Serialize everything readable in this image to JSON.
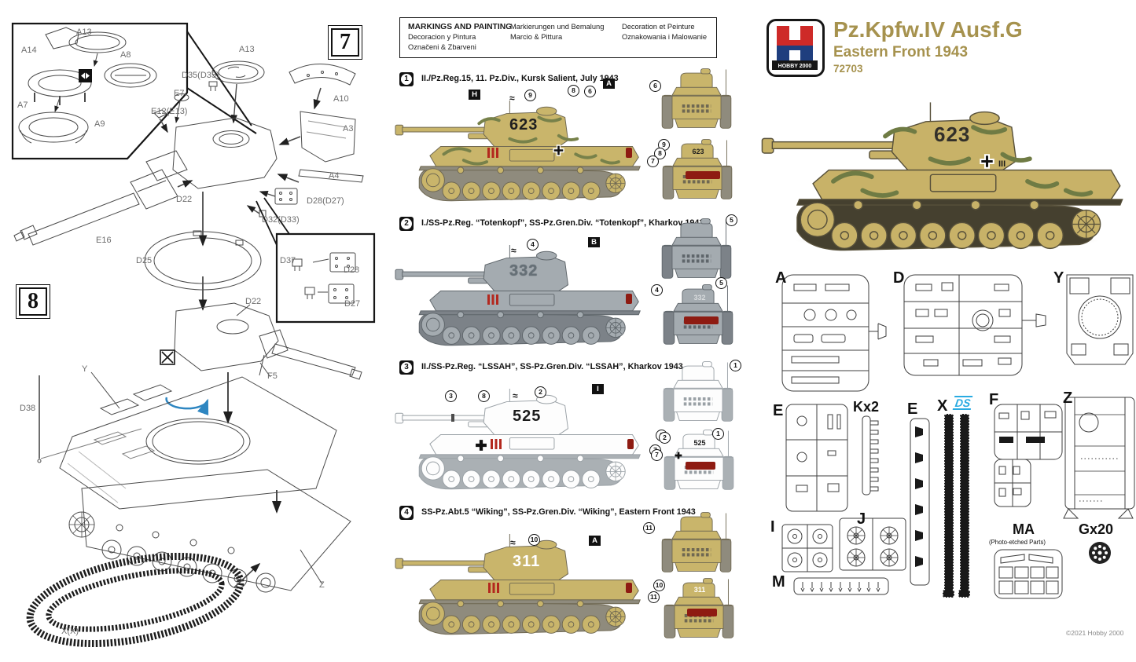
{
  "header": {
    "logo_text": "HOBBY 2000",
    "title": "Pz.Kpfw.IV Ausf.G",
    "subtitle": "Eastern Front 1943",
    "kit_number": "72703"
  },
  "markings": {
    "col1": [
      "MARKINGS AND PAINTING",
      "Decoracion y Pintura",
      "Označeni & Zbarveni"
    ],
    "col2": [
      "Markierungen und Bemalung",
      "Marcio & Pittura"
    ],
    "col3": [
      "Decoration et Peinture",
      "Oznakowania i Malowanie"
    ]
  },
  "schemes": [
    {
      "number": "1",
      "title": "II./Pz.Reg.15, 11. Pz.Div., Kursk Salient, July 1943",
      "tank_number": "623",
      "body_color": "#C9B56B",
      "side_callouts": [
        "H",
        "≈",
        "9",
        "8",
        "6",
        "A"
      ],
      "front_callouts": [
        "6"
      ],
      "rear_callouts": [
        "9",
        "8",
        "7"
      ]
    },
    {
      "number": "2",
      "title": "I./SS-Pz.Reg. “Totenkopf”, SS-Pz.Gren.Div. “Totenkopf”, Kharkov 1943",
      "tank_number": "332",
      "body_color": "#A4ABB0",
      "side_callouts": [
        "≈",
        "4",
        "B"
      ],
      "front_callouts": [
        "5"
      ],
      "rear_callouts": [
        "4",
        "5"
      ]
    },
    {
      "number": "3",
      "title": "II./SS-Pz.Reg. “LSSAH”, SS-Pz.Gren.Div. “LSSAH”, Kharkov 1943",
      "tank_number": "525",
      "body_color": "#FFFFFF",
      "side_callouts": [
        "3",
        "8",
        "≈",
        "2",
        "I",
        "2",
        "7"
      ],
      "front_callouts": [
        "1"
      ],
      "rear_callouts": [
        "2",
        "1",
        "7"
      ]
    },
    {
      "number": "4",
      "title": "SS-Pz.Abt.5 “Wiking”, SS-Pz.Gren.Div. “Wiking”, Eastern Front 1943",
      "tank_number": "311",
      "body_color": "#C9B56B",
      "side_callouts": [
        "≈",
        "10",
        "A"
      ],
      "front_callouts": [
        "11"
      ],
      "rear_callouts": [
        "10",
        "11"
      ]
    }
  ],
  "boxart": {
    "tank_number": "623",
    "tactical_mark": "III"
  },
  "assembly": {
    "step7": {
      "number": "7",
      "labels": [
        "A14",
        "A13",
        "A8",
        "A7",
        "A9",
        "D35(D35)",
        "E7",
        "E12(E13)",
        "A13",
        "A10",
        "A3",
        "A4",
        "D22",
        "D28(D27)",
        "D32(D33)",
        "E16",
        "D25",
        "D37",
        "D28",
        "D27"
      ]
    },
    "step8": {
      "number": "8",
      "labels": [
        "D22",
        "Y",
        "F5",
        "D38",
        "Z",
        "X(X)"
      ]
    }
  },
  "sprues": {
    "a": "A",
    "d": "D",
    "y": "Y",
    "e1": "E",
    "k": "Kx2",
    "e2": "E",
    "x": "X",
    "ds": "DS",
    "f": "F",
    "z": "Z",
    "i": "I",
    "j": "J",
    "ma": "MA",
    "ma_note": "(Photo-etched Parts)",
    "g": "Gx20",
    "m": "M"
  },
  "footer": {
    "copyright": "©2021 Hobby 2000"
  }
}
